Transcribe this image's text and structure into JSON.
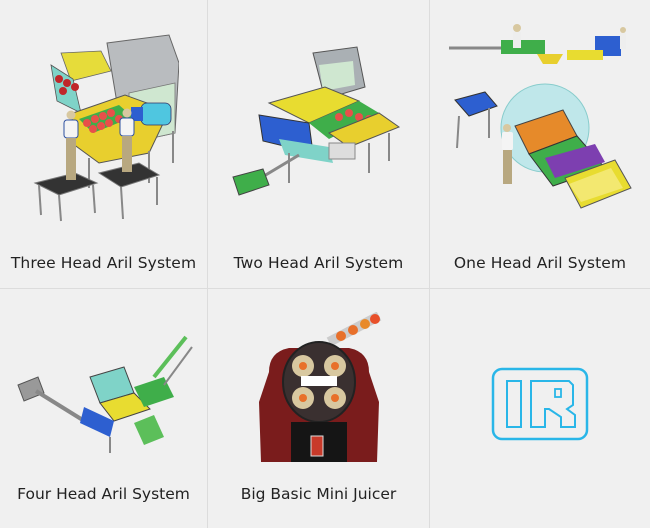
{
  "products": [
    {
      "label": "Three Head Aril System",
      "image": "three-head-aril-machine"
    },
    {
      "label": "Two Head Aril System",
      "image": "two-head-aril-machine"
    },
    {
      "label": "One Head Aril System",
      "image": "one-head-aril-machine"
    },
    {
      "label": "Four Head Aril System",
      "image": "four-head-aril-machine"
    },
    {
      "label": "Big Basic Mini Juicer",
      "image": "juicer-machine"
    },
    {
      "label": "",
      "image": "ir-logo"
    }
  ],
  "logo": {
    "text": "IR",
    "color": "#29b6e8"
  },
  "colors": {
    "background": "#f0f0f0",
    "divider": "#dcdcdc",
    "text": "#222222"
  }
}
